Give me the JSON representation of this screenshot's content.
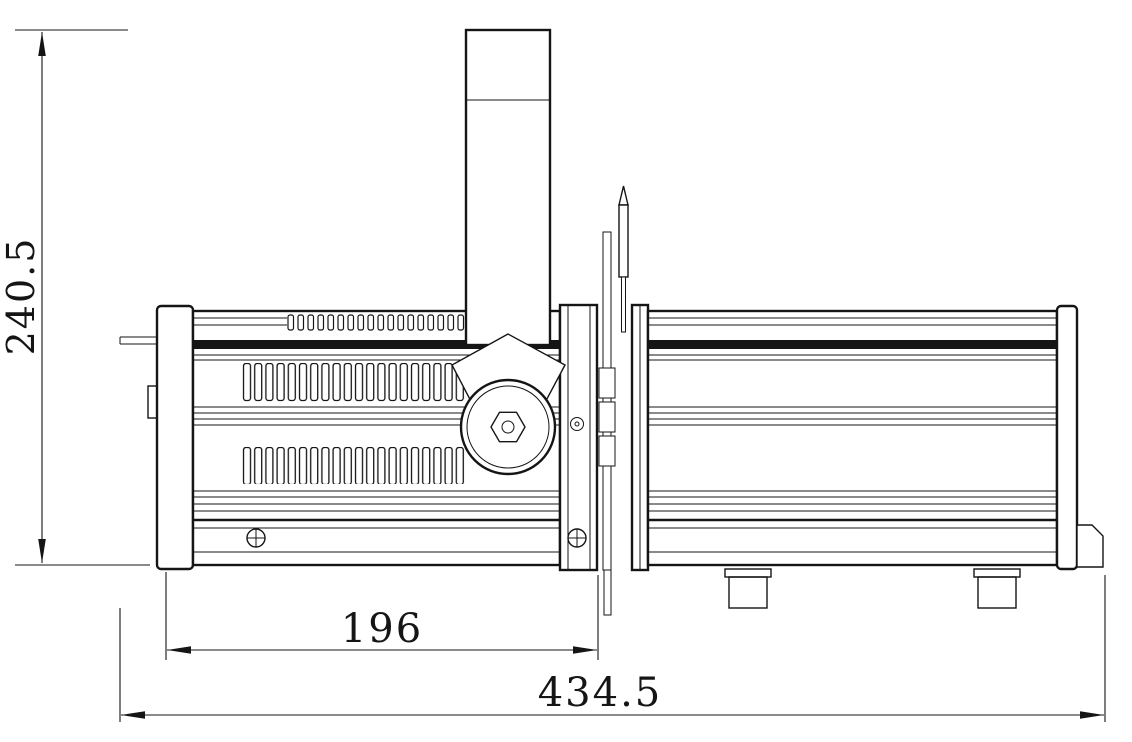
{
  "drawing": {
    "colors": {
      "ink": "#151515",
      "background": "#ffffff"
    },
    "dimensions": {
      "height_label": "240.5",
      "partial_width_label": "196",
      "total_width_label": "434.5"
    }
  }
}
